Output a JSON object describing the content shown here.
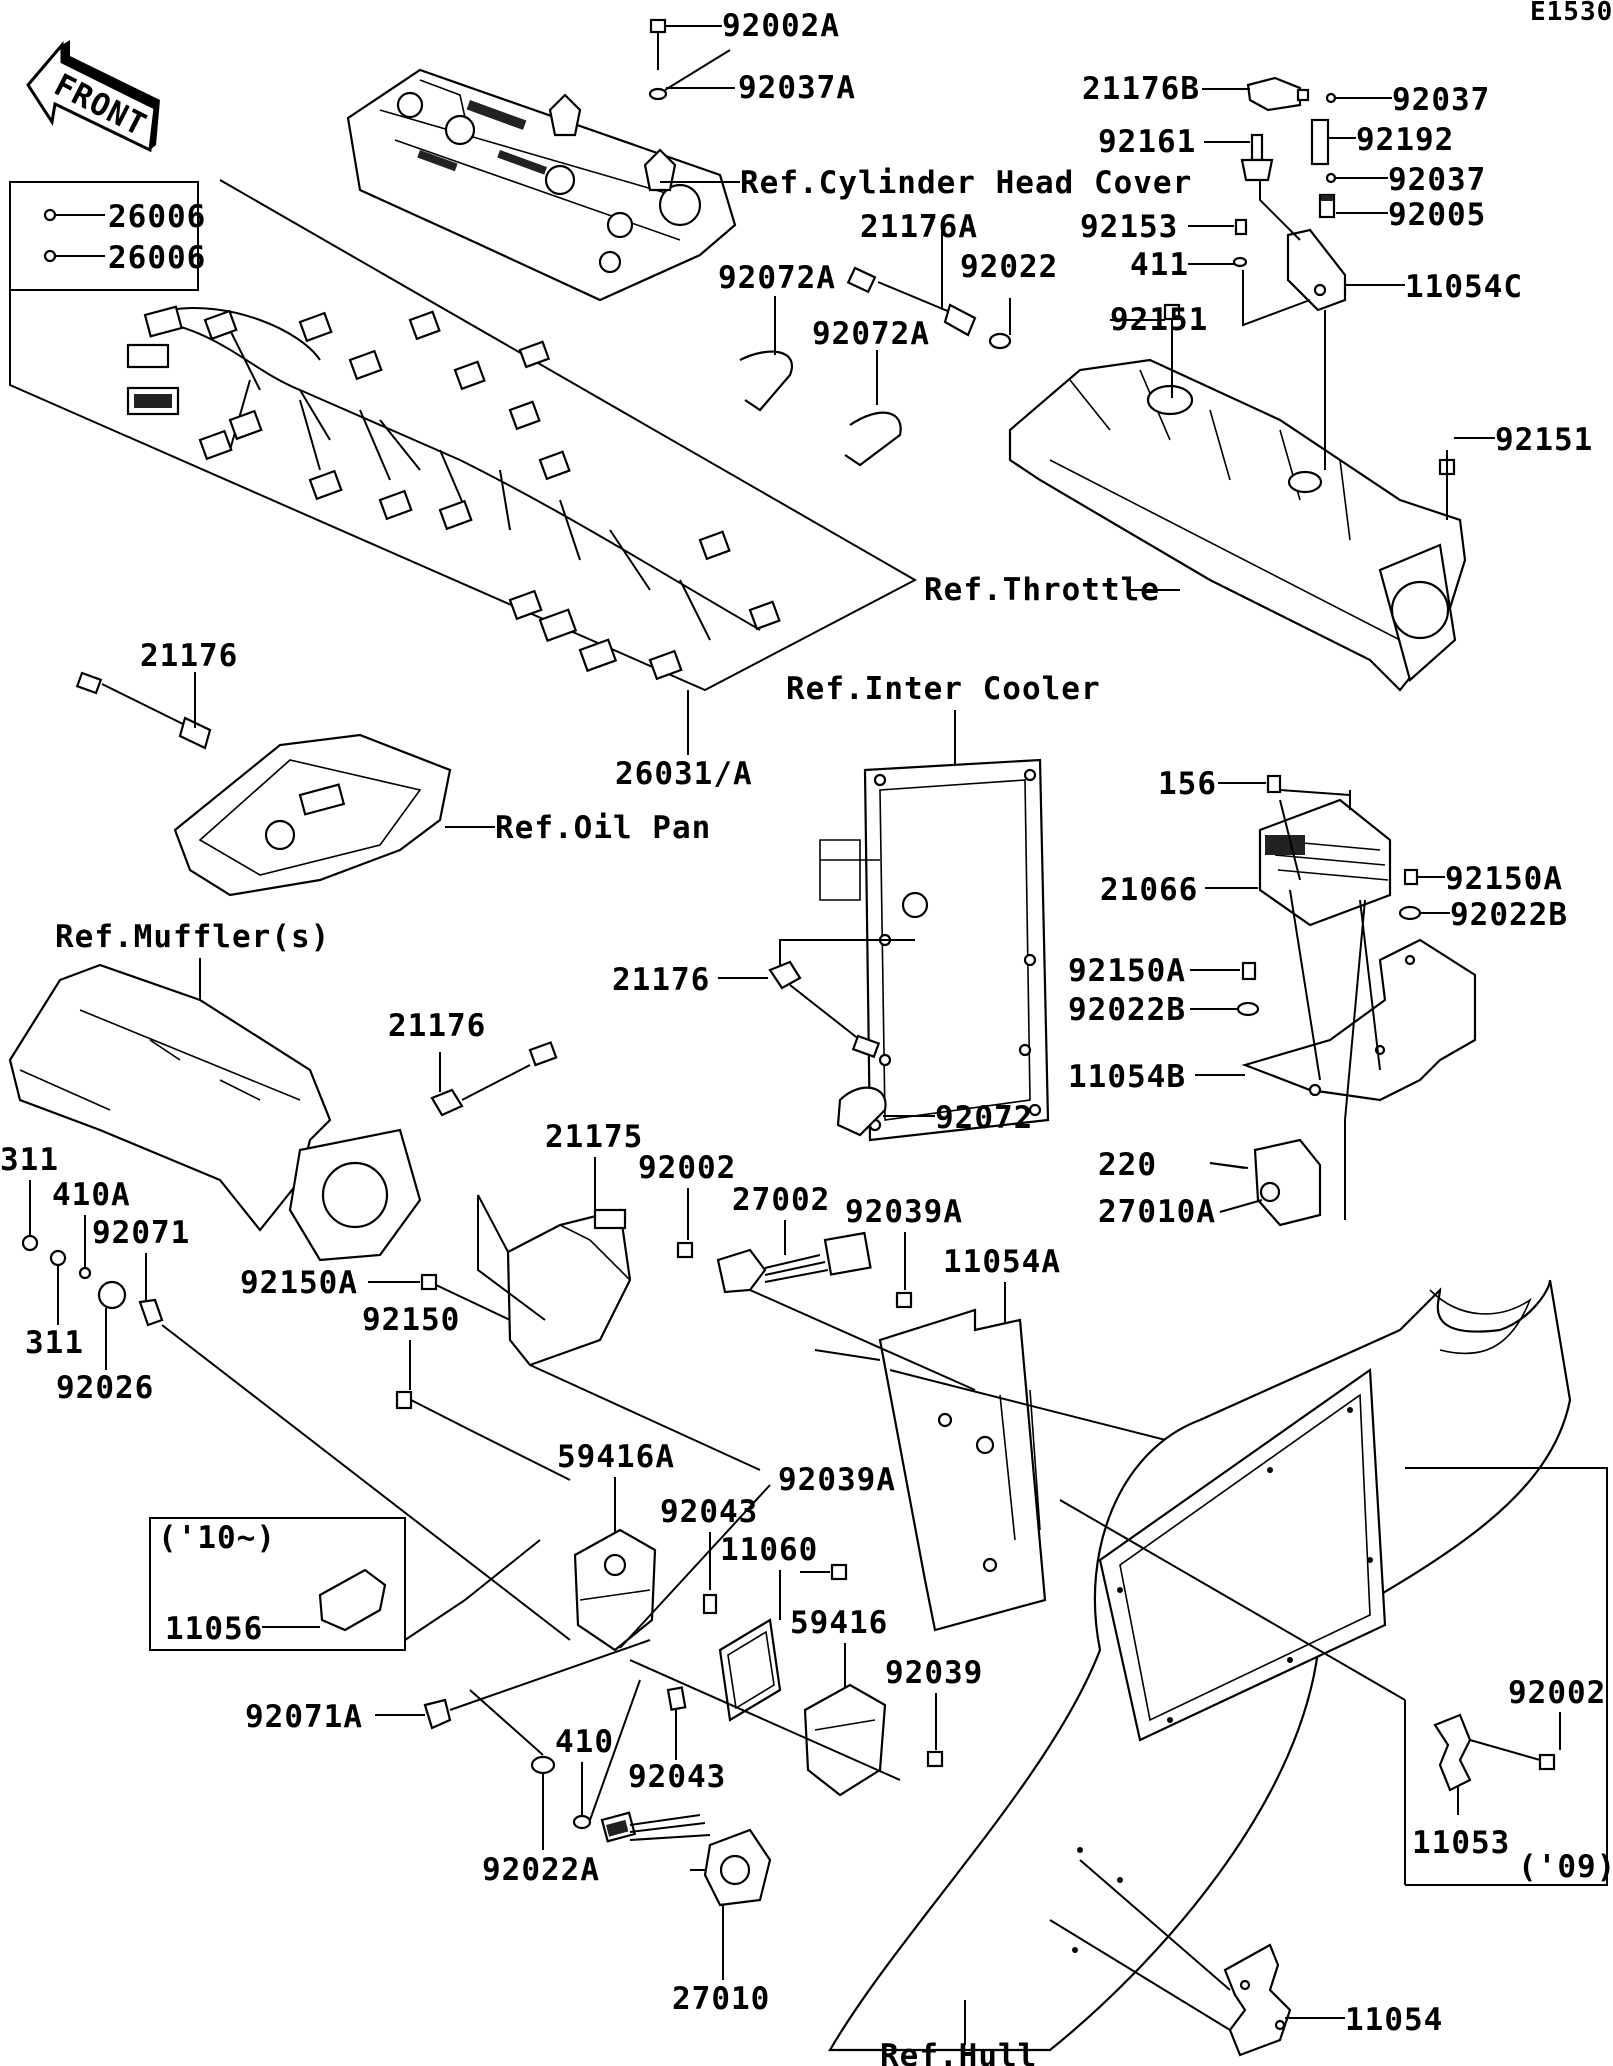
{
  "diagram_code": "E1530",
  "front_label": "FRONT",
  "labels": {
    "p92002A": "92002A",
    "p92037A": "92037A",
    "refCylHead": "Ref.Cylinder Head Cover",
    "p21176B": "21176B",
    "p92037_1": "92037",
    "p92161": "92161",
    "p92192": "92192",
    "p92037_2": "92037",
    "p92153": "92153",
    "p92005": "92005",
    "p411": "411",
    "p11054C": "11054C",
    "p26006_1": "26006",
    "p26006_2": "26006",
    "p21176A": "21176A",
    "p92072A_1": "92072A",
    "p92022": "92022",
    "p92072A_2": "92072A",
    "p92151_1": "92151",
    "p92151_2": "92151",
    "refThrottle": "Ref.Throttle",
    "p21176_1": "21176",
    "refInterCooler": "Ref.Inter Cooler",
    "p26031A": "26031/A",
    "refOilPan": "Ref.Oil Pan",
    "p156": "156",
    "p21066": "21066",
    "p92150A_1": "92150A",
    "p92022B_1": "92022B",
    "refMuffler": "Ref.Muffler(s)",
    "p21176_2": "21176",
    "p92150A_2": "92150A",
    "p92022B_2": "92022B",
    "p21176_3": "21176",
    "p11054B": "11054B",
    "p92072": "92072",
    "p311_1": "311",
    "p410A": "410A",
    "p92071": "92071",
    "p21175": "21175",
    "p92002_1": "92002",
    "p27002": "27002",
    "p92039A_1": "92039A",
    "p220": "220",
    "p27010A": "27010A",
    "p11054A": "11054A",
    "p92150A_3": "92150A",
    "p311_2": "311",
    "p92026": "92026",
    "p92150": "92150",
    "p59416A": "59416A",
    "p92039A_2": "92039A",
    "p10on": "('10~)",
    "p92043_1": "92043",
    "p11060": "11060",
    "p11056": "11056",
    "p59416": "59416",
    "p92039": "92039",
    "p92071A": "92071A",
    "p92002_2": "92002",
    "p410": "410",
    "p92043_2": "92043",
    "p92022A": "92022A",
    "p11053": "11053",
    "p09": "('09)",
    "p27010": "27010",
    "p11054": "11054",
    "refHull": "Ref.Hull"
  }
}
